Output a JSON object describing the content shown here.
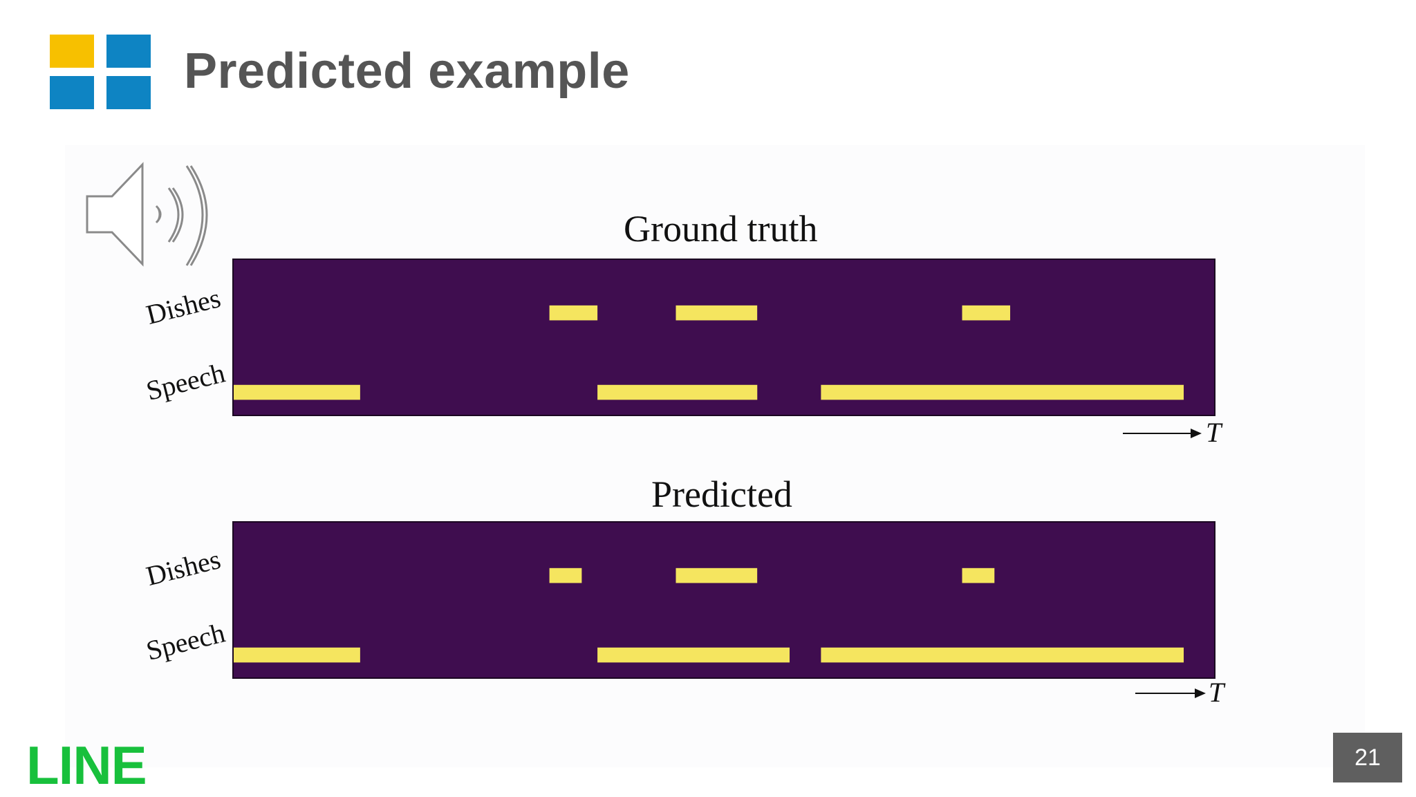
{
  "slide": {
    "title": "Predicted example",
    "page_number": "21",
    "brand": "LINE",
    "colors": {
      "logo_yellow": "#f7c000",
      "logo_blue": "#0e84c3",
      "brand_green": "#18c03c",
      "raster_background": "#3f0d4f",
      "active_segment": "#f5e55f",
      "page_badge": "#5f5f5f"
    },
    "icons": [
      "speaker-icon",
      "windows-logo-icon"
    ]
  },
  "chart_data": [
    {
      "type": "heatmap",
      "title": "Ground truth",
      "rows": [
        "Dishes",
        "Speech"
      ],
      "xlabel": "T",
      "segments": {
        "Dishes": [
          [
            0.322,
            0.371
          ],
          [
            0.451,
            0.534
          ],
          [
            0.743,
            0.792
          ]
        ],
        "Speech": [
          [
            0.0,
            0.129
          ],
          [
            0.371,
            0.534
          ],
          [
            0.599,
            0.969
          ]
        ]
      }
    },
    {
      "type": "heatmap",
      "title": "Predicted",
      "rows": [
        "Dishes",
        "Speech"
      ],
      "xlabel": "T",
      "segments": {
        "Dishes": [
          [
            0.322,
            0.355
          ],
          [
            0.451,
            0.534
          ],
          [
            0.743,
            0.776
          ]
        ],
        "Speech": [
          [
            0.0,
            0.129
          ],
          [
            0.371,
            0.567
          ],
          [
            0.599,
            0.969
          ]
        ]
      }
    }
  ]
}
